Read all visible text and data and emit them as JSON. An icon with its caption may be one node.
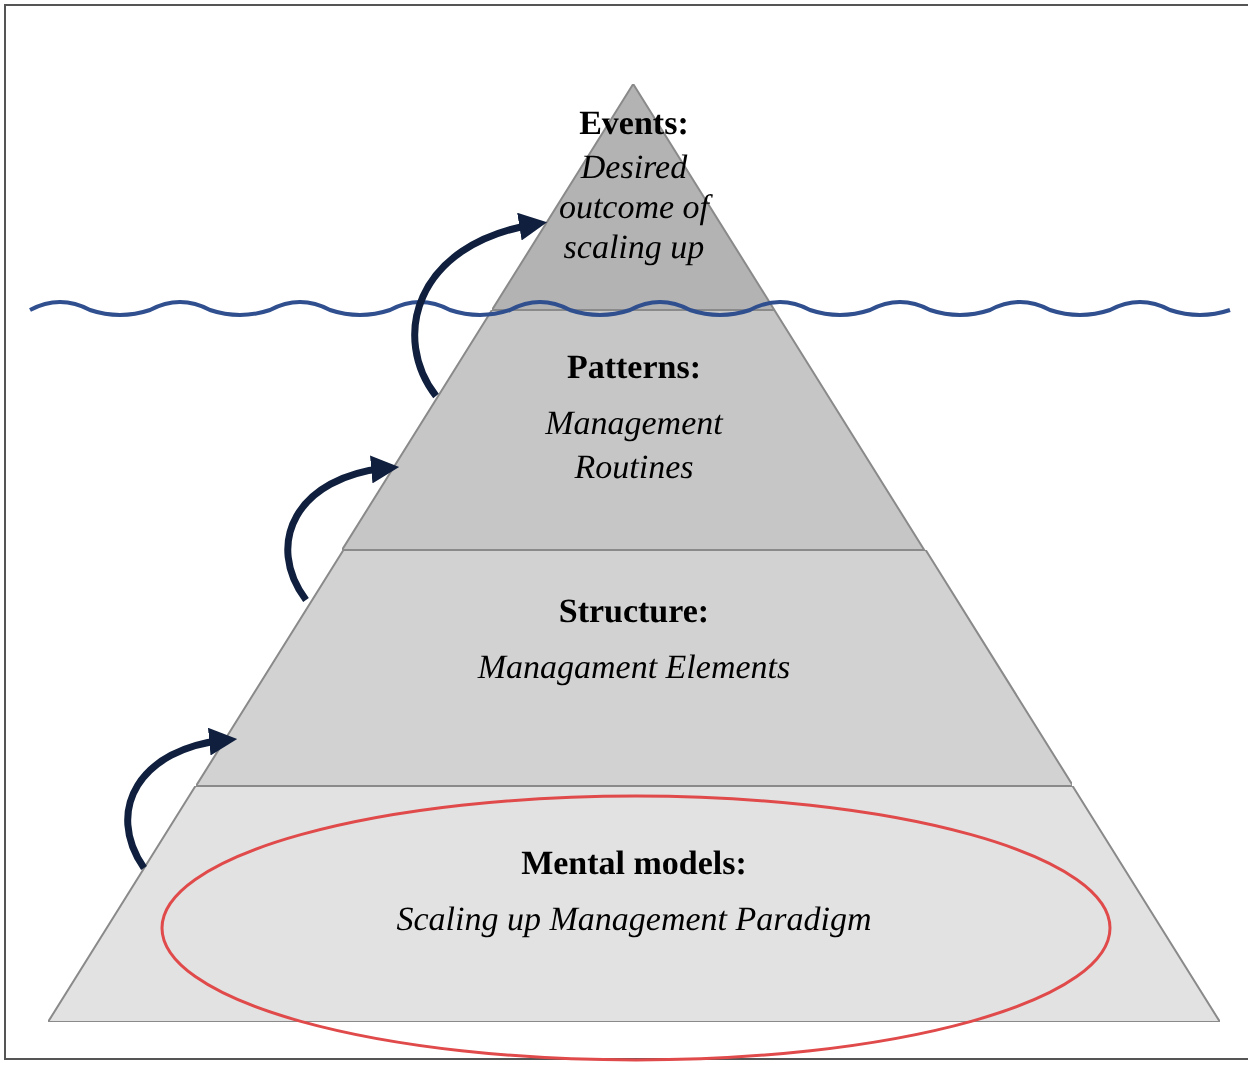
{
  "diagram": {
    "nodes": [
      {
        "text": [
          "Events:",
          "Desired outcome of scaling up"
        ]
      },
      {
        "text": [
          "Patterns:",
          "Management Routines"
        ]
      },
      {
        "text": [
          "Structure:",
          "Managament Elements"
        ]
      },
      {
        "text": [
          "Mental models:",
          "Scaling up Management Paradigm"
        ]
      }
    ],
    "edges": [
      {
        "from": 1,
        "to": 0,
        "arrow": "to"
      },
      {
        "from": 2,
        "to": 1,
        "arrow": "to"
      },
      {
        "from": 3,
        "to": 2,
        "arrow": "to"
      }
    ]
  }
}
